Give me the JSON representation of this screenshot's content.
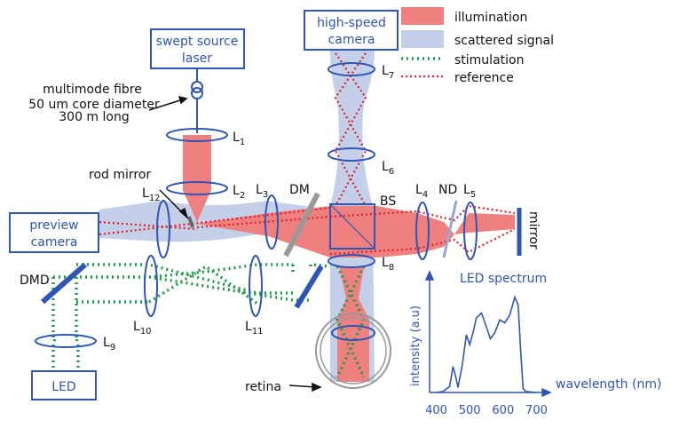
{
  "boxes": {
    "swept_source": [
      "swept source",
      "laser"
    ],
    "high_speed_camera": [
      "high-speed",
      "camera"
    ],
    "preview_camera": [
      "preview",
      "camera"
    ],
    "led": "LED"
  },
  "fibre": {
    "title": "multimode fibre",
    "line1": "50 um core diameter",
    "line2": "300 m long"
  },
  "legend": {
    "illumination": "illumination",
    "scattered": "scattered signal",
    "stimulation": "stimulation",
    "reference": "reference"
  },
  "labels": {
    "rod_mirror": "rod mirror",
    "dm": "DM",
    "bs": "BS",
    "nd": "ND",
    "mirror": "mirror",
    "dmd": "DMD",
    "retina": "retina"
  },
  "lenses": {
    "L1": "1",
    "L2": "2",
    "L3": "3",
    "L4": "4",
    "L5": "5",
    "L6": "6",
    "L7": "7",
    "L8": "8",
    "L9": "9",
    "L10": "10",
    "L11": "11",
    "L12": "12",
    "prefix": "L"
  },
  "colors": {
    "illumination": "#ee8080",
    "scattered": "#c4d0ea",
    "stimulation": "#1f9a46",
    "reference": "#e0202a",
    "optics": "#2f55b5"
  },
  "chart_data": {
    "type": "line",
    "title": "LED spectrum",
    "xlabel": "wavelength (nm)",
    "ylabel": "intensity (a.u)",
    "xticks": [
      400,
      500,
      600,
      700
    ],
    "xlim": [
      380,
      720
    ],
    "ylim": [
      0,
      1
    ],
    "series": [
      {
        "x": [
          400,
          420,
          440,
          450,
          458,
          465,
          478,
          490,
          500,
          510,
          520,
          535,
          550,
          562,
          575,
          590,
          605,
          620,
          635,
          645,
          652,
          660,
          668,
          700
        ],
        "y": [
          0,
          0.01,
          0.06,
          0.26,
          0.16,
          0.05,
          0.28,
          0.58,
          0.48,
          0.6,
          0.75,
          0.8,
          0.66,
          0.54,
          0.6,
          0.73,
          0.7,
          0.78,
          0.96,
          0.88,
          0.45,
          0.04,
          0.01,
          0
        ]
      }
    ]
  }
}
